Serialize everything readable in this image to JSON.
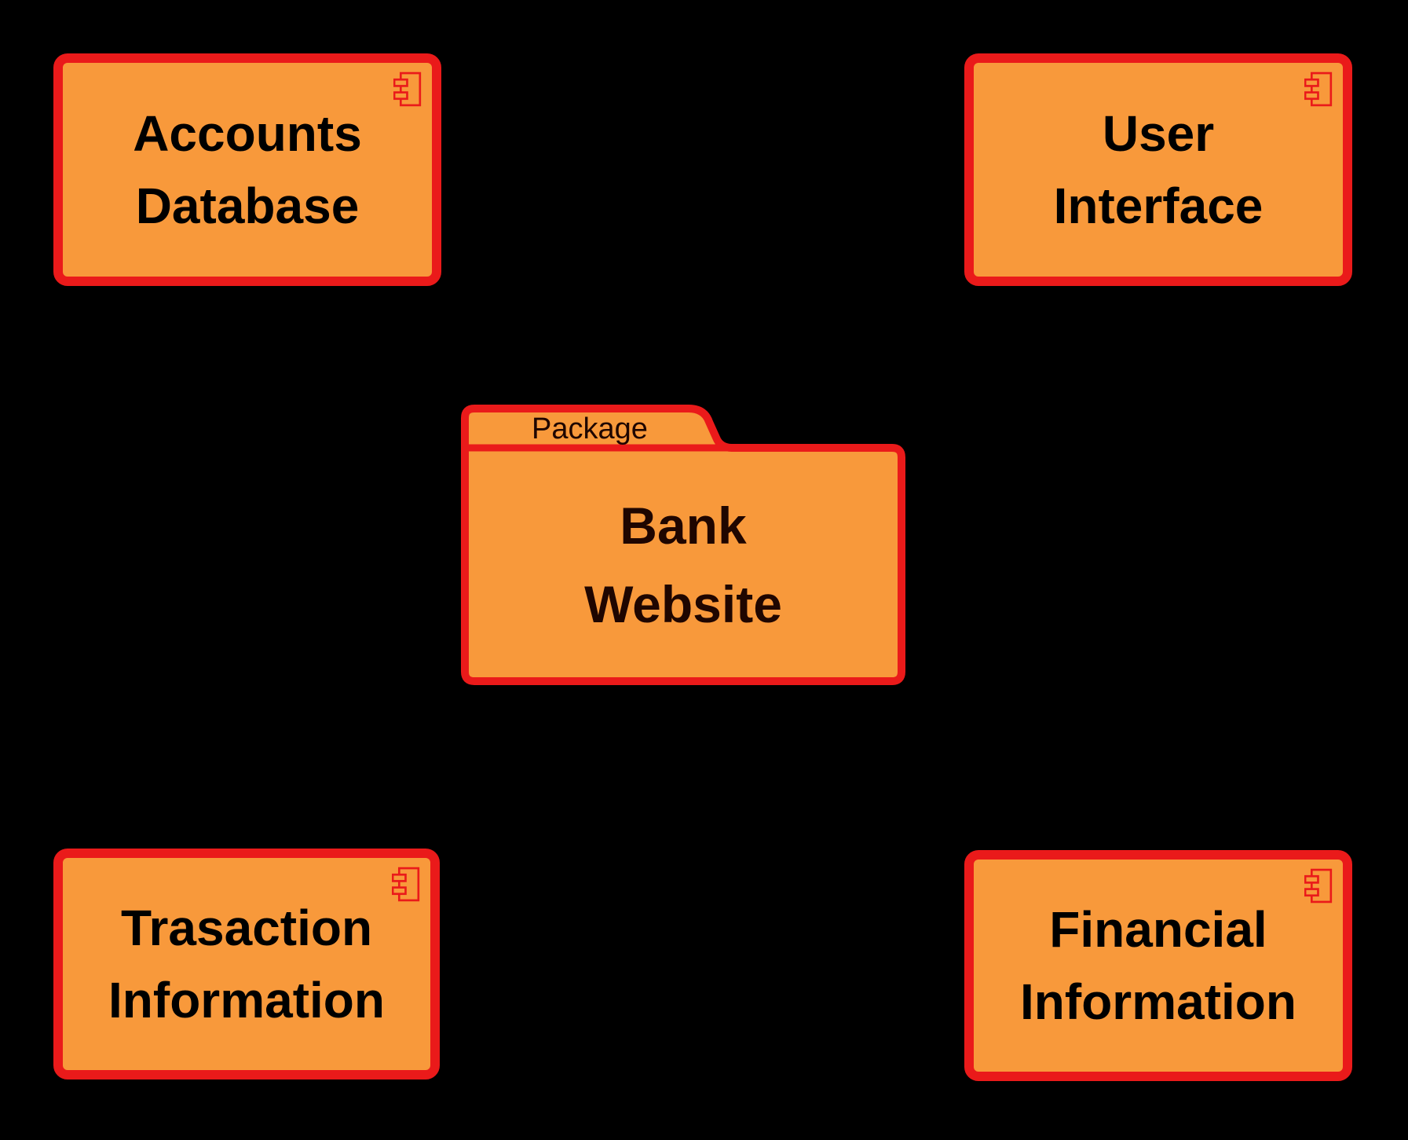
{
  "colors": {
    "background": "#000000",
    "shape_fill": "#F8993B",
    "shape_border": "#EA1A1A",
    "component_text": "#000000",
    "package_text": "#1F0600"
  },
  "components": [
    {
      "name": "accounts-database",
      "line1": "Accounts",
      "line2": "Database",
      "icon": "component-icon"
    },
    {
      "name": "user-interface",
      "line1": "User",
      "line2": "Interface",
      "icon": "component-icon"
    },
    {
      "name": "transaction-information",
      "line1": "Trasaction",
      "line2": "Information",
      "icon": "component-icon"
    },
    {
      "name": "financial-information",
      "line1": "Financial",
      "line2": "Information",
      "icon": "component-icon"
    }
  ],
  "package": {
    "tab_label": "Package",
    "line1": "Bank",
    "line2": "Website"
  }
}
